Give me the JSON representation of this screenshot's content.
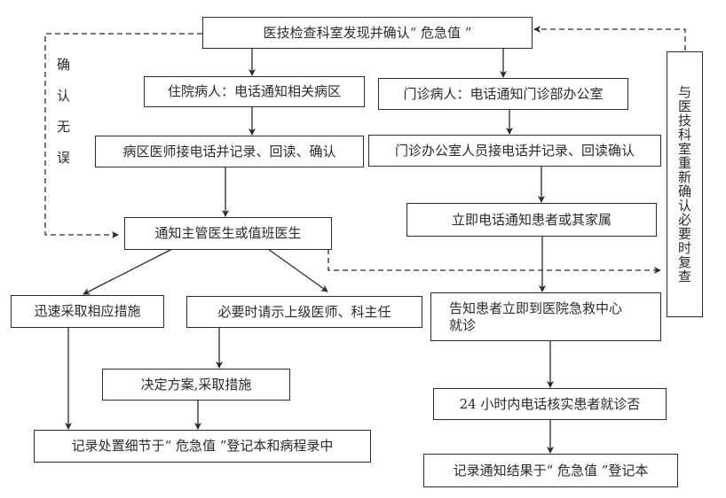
{
  "nodes": {
    "top": "医技检查科室发现并确认“ 危急值 ”",
    "inpatient_notify": "住院病人：电话通知相关病区",
    "outpatient_notify": "门诊病人：电话通知门诊部办公室",
    "ward_doctor": "病区医师接电话并记录、回读、确认",
    "outpatient_office": "门诊办公室人员接电话并记录、回读确认",
    "notify_attending": "通知主管医生或值班医生",
    "notify_patient": "立即电话通知患者或其家属",
    "quick_measures": "迅速采取相应措施",
    "request_superior": "必要时请示上级医师、科主任",
    "tell_patient_er": "告知患者立即到医院急救中心就诊",
    "decide_plan": "决定方案,采取措施",
    "record_details": "记录处置细节于“ 危急值 ”登记本和病程录中",
    "verify_24h": "24 小时内电话核实患者就诊否",
    "record_result": "记录通知结果于“ 危急值 ”登记本",
    "reconfirm": "与医技科室重新确认必要时复查"
  },
  "labels": {
    "confirm_chars": [
      "确",
      "认",
      "无",
      "误"
    ]
  }
}
